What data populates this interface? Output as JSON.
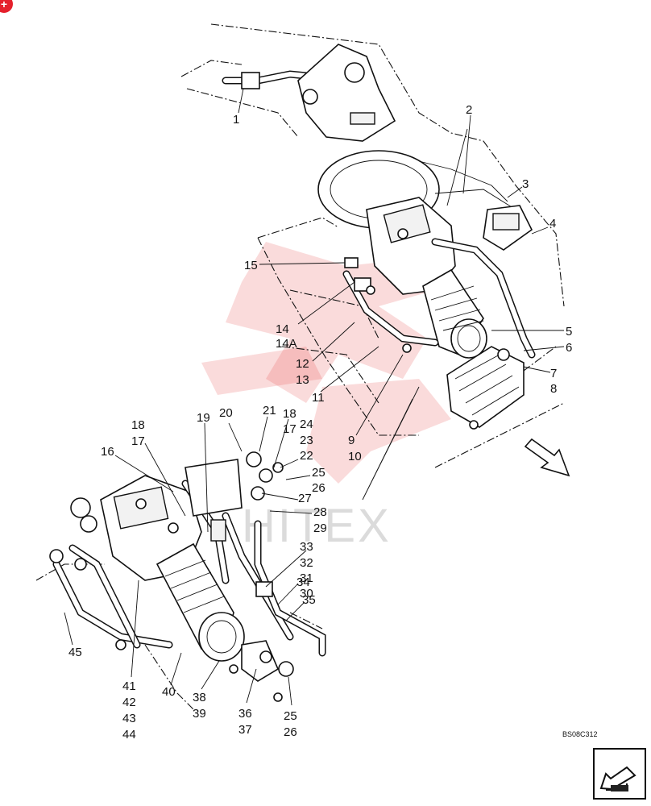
{
  "badge": {
    "label": "+"
  },
  "watermark": {
    "text": "HITEX"
  },
  "drawing_code": "BS08C312",
  "callouts": [
    {
      "id": "c1",
      "label": "1"
    },
    {
      "id": "c2",
      "label": "2"
    },
    {
      "id": "c3",
      "label": "3"
    },
    {
      "id": "c4",
      "label": "4"
    },
    {
      "id": "c5",
      "label": "5"
    },
    {
      "id": "c6",
      "label": "6"
    },
    {
      "id": "c7",
      "label": "7"
    },
    {
      "id": "c8",
      "label": "8"
    },
    {
      "id": "c9",
      "label": "9"
    },
    {
      "id": "c10",
      "label": "10"
    },
    {
      "id": "c11",
      "label": "11"
    },
    {
      "id": "c12",
      "label": "12"
    },
    {
      "id": "c13",
      "label": "13"
    },
    {
      "id": "c14",
      "label": "14"
    },
    {
      "id": "c14a",
      "label": "14A"
    },
    {
      "id": "c15",
      "label": "15"
    },
    {
      "id": "c16",
      "label": "16"
    },
    {
      "id": "c17a",
      "label": "17"
    },
    {
      "id": "c18a",
      "label": "18"
    },
    {
      "id": "c17b",
      "label": "17"
    },
    {
      "id": "c18b",
      "label": "18"
    },
    {
      "id": "c19",
      "label": "19"
    },
    {
      "id": "c20",
      "label": "20"
    },
    {
      "id": "c21",
      "label": "21"
    },
    {
      "id": "c22",
      "label": "22"
    },
    {
      "id": "c23",
      "label": "23"
    },
    {
      "id": "c24",
      "label": "24"
    },
    {
      "id": "c25a",
      "label": "25"
    },
    {
      "id": "c26a",
      "label": "26"
    },
    {
      "id": "c27",
      "label": "27"
    },
    {
      "id": "c28",
      "label": "28"
    },
    {
      "id": "c29",
      "label": "29"
    },
    {
      "id": "c30",
      "label": "30"
    },
    {
      "id": "c31",
      "label": "31"
    },
    {
      "id": "c32",
      "label": "32"
    },
    {
      "id": "c33",
      "label": "33"
    },
    {
      "id": "c34",
      "label": "34"
    },
    {
      "id": "c35",
      "label": "35"
    },
    {
      "id": "c36",
      "label": "36"
    },
    {
      "id": "c37",
      "label": "37"
    },
    {
      "id": "c38",
      "label": "38"
    },
    {
      "id": "c39",
      "label": "39"
    },
    {
      "id": "c40",
      "label": "40"
    },
    {
      "id": "c41",
      "label": "41"
    },
    {
      "id": "c42",
      "label": "42"
    },
    {
      "id": "c43",
      "label": "43"
    },
    {
      "id": "c44",
      "label": "44"
    },
    {
      "id": "c45",
      "label": "45"
    },
    {
      "id": "c25b",
      "label": "25"
    },
    {
      "id": "c26b",
      "label": "26"
    }
  ]
}
